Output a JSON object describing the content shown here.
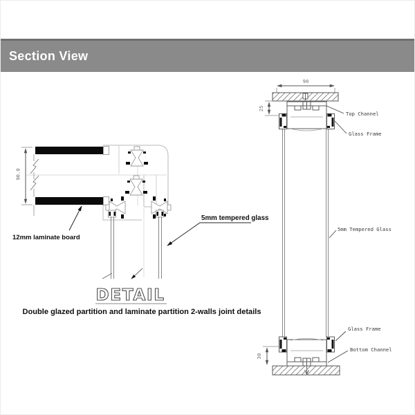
{
  "header": {
    "title": "Section View"
  },
  "left_detail": {
    "height_dim": "90.0",
    "laminate_label": "12mm laminate board",
    "glass_label": "5mm tempered glass",
    "detail_title": "DETAIL",
    "caption": "Double glazed partition and laminate partition 2-walls joint details"
  },
  "right_section": {
    "width_dim": "90",
    "top_dim": "25",
    "bottom_dim": "30",
    "top_channel_label": "Top Channel",
    "glass_frame_top_label": "Glass Frame",
    "glass_label": "5mm Tempered Glass",
    "glass_frame_bottom_label": "Glass Frame",
    "bottom_channel_label": "Bottom Channel"
  },
  "colors": {
    "header_bg": "#8a8a8a",
    "header_edge": "#6f6f6f",
    "line_dark": "#555555",
    "line_light": "#b9b9b9",
    "hatch": "#7a7a7a",
    "ink": "#111111",
    "title_text": "#ffffff"
  }
}
